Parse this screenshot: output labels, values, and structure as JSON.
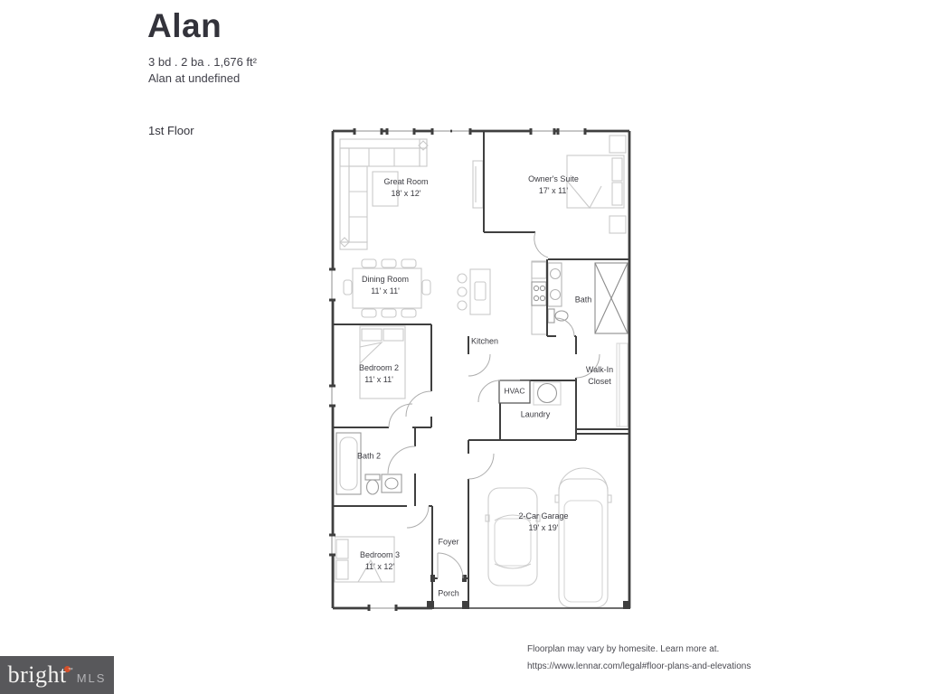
{
  "header": {
    "title": "Alan",
    "specs": "3 bd . 2 ba . 1,676 ft²",
    "community": "Alan at undefined",
    "floor_label": "1st Floor"
  },
  "floorplan": {
    "rooms": {
      "great_room": {
        "name": "Great Room",
        "dims": "18' x 12'"
      },
      "owners_suite": {
        "name": "Owner's Suite",
        "dims": "17' x 11'"
      },
      "dining_room": {
        "name": "Dining Room",
        "dims": "11' x 11'"
      },
      "kitchen": {
        "name": "Kitchen"
      },
      "bath": {
        "name": "Bath"
      },
      "walk_in_closet": {
        "name": "Walk-In Closet"
      },
      "bedroom_2": {
        "name": "Bedroom 2",
        "dims": "11' x 11'"
      },
      "hvac": {
        "name": "HVAC"
      },
      "laundry": {
        "name": "Laundry"
      },
      "bath_2": {
        "name": "Bath 2"
      },
      "bedroom_3": {
        "name": "Bedroom 3",
        "dims": "11' x 12'"
      },
      "foyer": {
        "name": "Foyer"
      },
      "porch": {
        "name": "Porch"
      },
      "garage": {
        "name": "2-Car Garage",
        "dims": "19' x 19'"
      }
    }
  },
  "footer": {
    "disclaimer_line1": "Floorplan may vary by homesite. Learn more at.",
    "disclaimer_line2": "https://www.lennar.com/legal#floor-plans-and-elevations",
    "logo": {
      "brand": "bright",
      "trademark": "™",
      "suffix": "MLS"
    }
  },
  "colors": {
    "wall": "#3f3f3f",
    "furniture": "#c9c9c9",
    "logo_background": "#58585b",
    "logo_accent": "#d4502a",
    "text": "#3a3a40"
  }
}
